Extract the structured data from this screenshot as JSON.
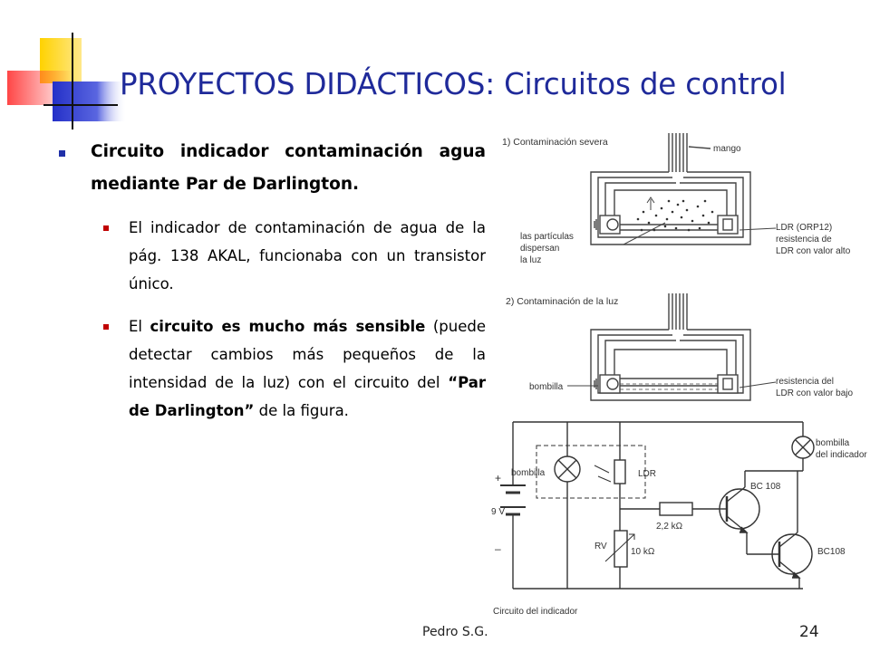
{
  "slide": {
    "title": "PROYECTOS DIDÁCTICOS: Circuitos de control",
    "bullet1": "Circuito indicador contaminación agua mediante Par de Darlington.",
    "bullet2": "El indicador de contaminación de agua de la pág. 138 AKAL, funcionaba con un transistor único.",
    "bullet3": {
      "t1": "El ",
      "t2": "circuito es mucho más sensible",
      "t3": " (puede detectar cambios más pequeños de la intensidad de la luz) con el circuito del ",
      "t4": "“Par de Darlington”",
      "t5": " de la figura."
    },
    "footer_author": "Pedro S.G.",
    "page_number": "24"
  },
  "figure": {
    "panel1": {
      "title": "1) Contaminación severa",
      "mango": "mango",
      "particles_1": "las partículas",
      "particles_2": "dispersan",
      "particles_3": "la luz",
      "ldr_1": "LDR (ORP12)",
      "ldr_2": "resistencia de",
      "ldr_3": "LDR con valor alto"
    },
    "panel2": {
      "title": "2)  Contaminación de la luz",
      "bulb": "bombilla",
      "ldr_1": "resistencia del",
      "ldr_2": "LDR con valor bajo"
    },
    "circuit": {
      "plus": "+",
      "voltage": "9 V",
      "minus": "–",
      "bulb": "bombilla",
      "ldr": "LDR",
      "indicator_1": "bombilla",
      "indicator_2": "del indicador",
      "q1": "BC 108",
      "q2": "BC108",
      "r1": "2,2 kΩ",
      "rv": "RV",
      "rv_value": "10 kΩ",
      "caption": "Circuito del indicador"
    }
  }
}
